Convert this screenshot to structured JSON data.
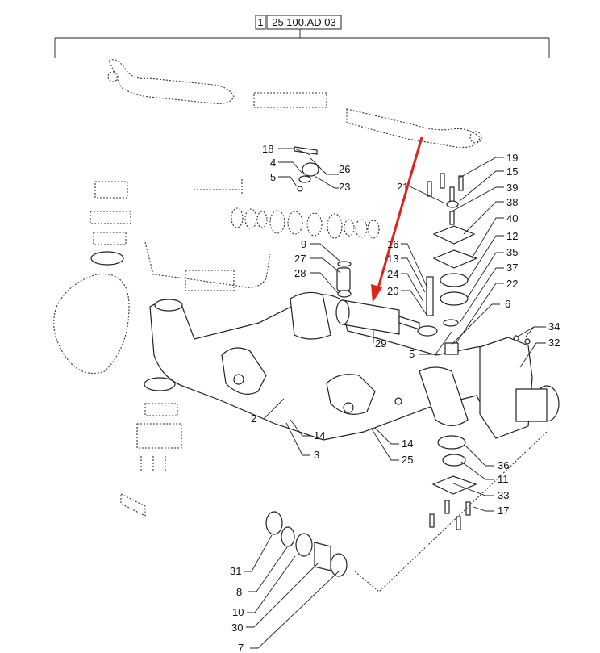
{
  "header": {
    "sheet_number": "1",
    "reference_code": "25.100.AD 03"
  },
  "accent_color": "#e0201b",
  "callouts": [
    "18",
    "4",
    "5",
    "26",
    "23",
    "9",
    "27",
    "28",
    "16",
    "13",
    "24",
    "20",
    "29",
    "21",
    "19",
    "15",
    "39",
    "38",
    "40",
    "12",
    "35",
    "37",
    "22",
    "6",
    "34",
    "32",
    "5",
    "2",
    "14",
    "3",
    "14",
    "25",
    "36",
    "11",
    "33",
    "17",
    "31",
    "8",
    "10",
    "30",
    "7"
  ]
}
